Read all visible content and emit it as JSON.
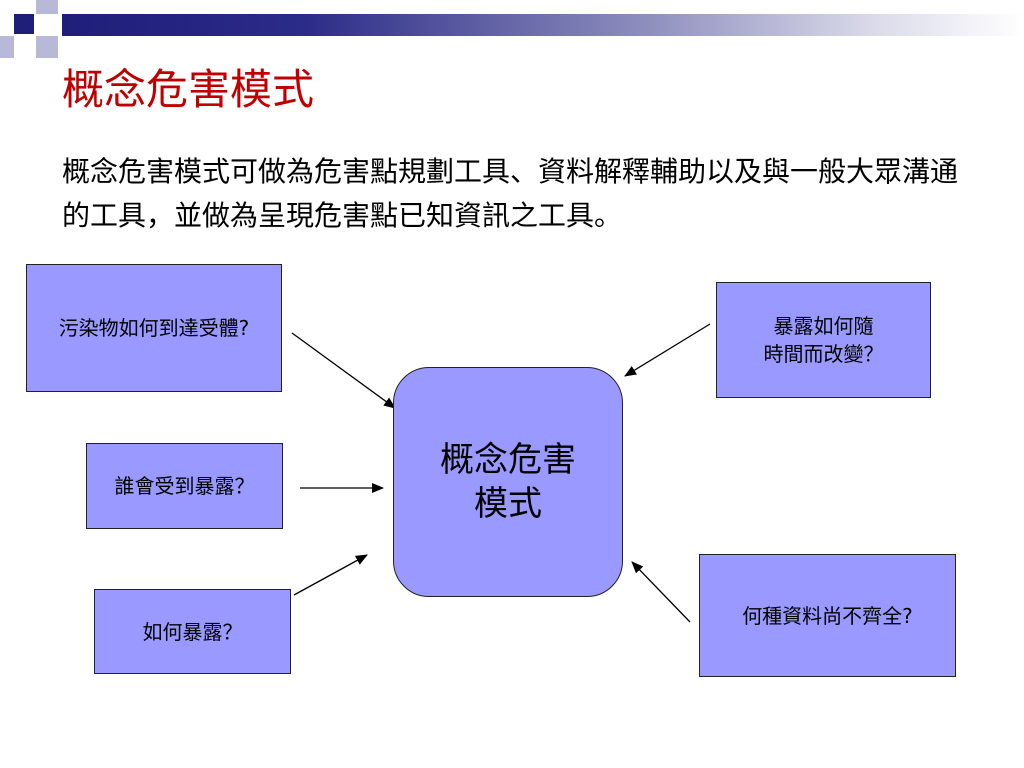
{
  "title": "概念危害模式",
  "paragraph": "概念危害模式可做為危害點規劃工具、資料解釋輔助以及與一般大眾溝通的工具，並做為呈現危害點已知資訊之工具。",
  "diagram": {
    "center": "概念危害\n模式",
    "boxes": {
      "pathway": "污染物如何到達受體?",
      "receptor": "誰會受到暴露？",
      "route": "如何暴露？",
      "time": "暴露如何隨\n時間而改變？",
      "gaps": "何種資料尚不齊全?"
    }
  },
  "colors": {
    "title": "#c00000",
    "box_fill": "#9999ff",
    "header_bar": "#1f1f7a"
  }
}
